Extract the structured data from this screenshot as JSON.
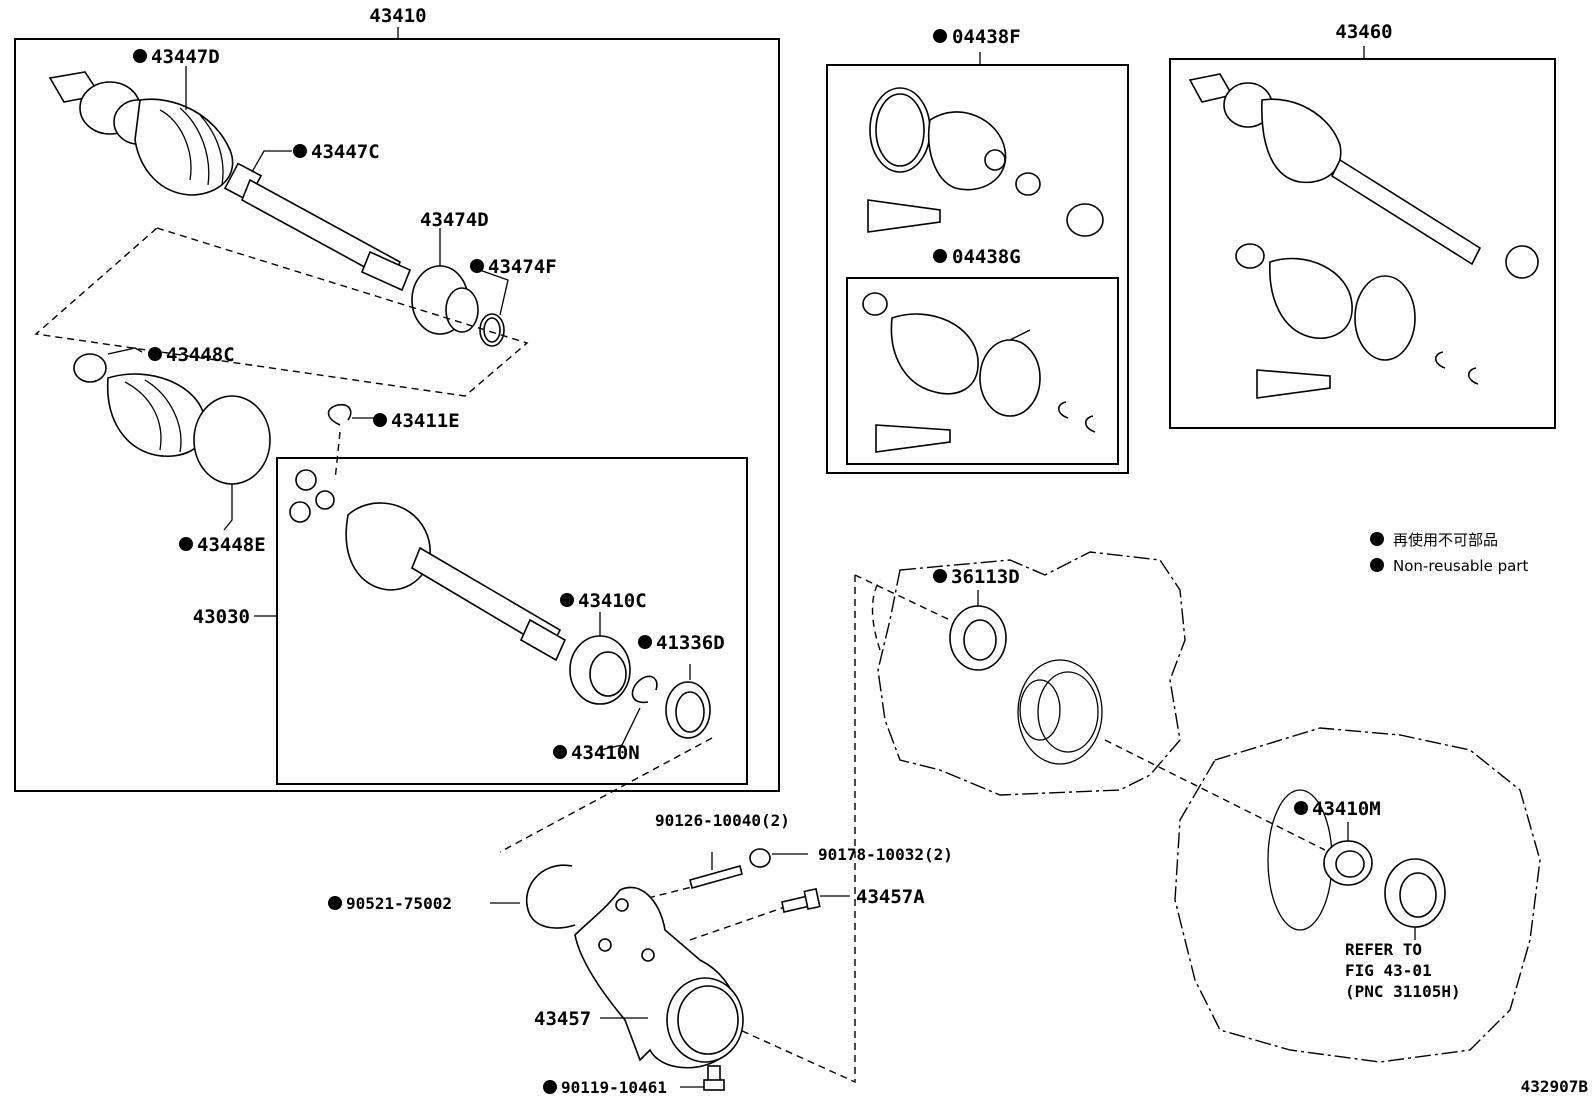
{
  "groups": {
    "left_shaft": "43410",
    "inboard_joint": "43030",
    "boot_kit_f": "04438F",
    "boot_kit_g": "04438G",
    "right_shaft": "43460"
  },
  "parts": {
    "p43447D": "43447D",
    "p43447C": "43447C",
    "p43474D": "43474D",
    "p43474F": "43474F",
    "p43448C": "43448C",
    "p43411E": "43411E",
    "p43448E": "43448E",
    "p43410C": "43410C",
    "p41336D": "41336D",
    "p43410N": "43410N",
    "p36113D": "36113D",
    "p43410M": "43410M",
    "p90126": "90126-10040(2)",
    "p90178": "90178-10032(2)",
    "p90521": "90521-75002",
    "p43457A": "43457A",
    "p43457": "43457",
    "p90119": "90119-10461"
  },
  "refer_note": {
    "line1": "REFER TO",
    "line2": "FIG 43-01",
    "line3": "(PNC 31105H)"
  },
  "legend": {
    "line_jp": "再使用不可部品",
    "line_en": "Non-reusable part"
  },
  "figure_code": "432907B",
  "colors": {
    "ink": "#000000",
    "background": "#ffffff"
  },
  "icons": {
    "non_reusable_marker": "filled-circle"
  }
}
